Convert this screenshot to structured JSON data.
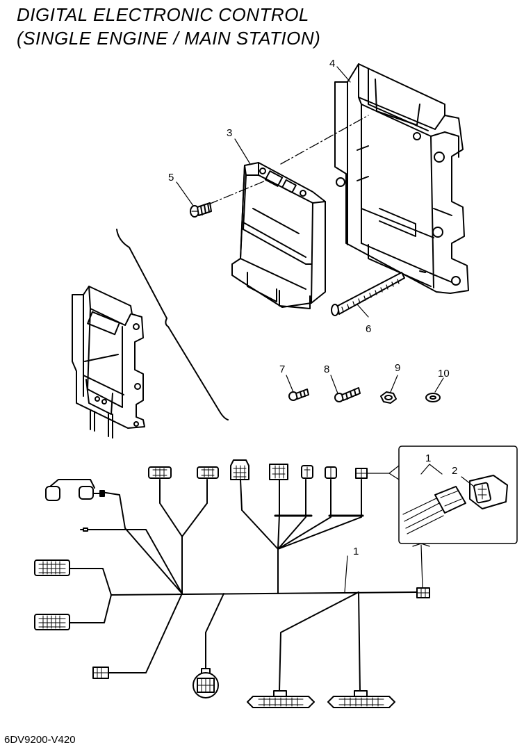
{
  "title_line1": "DIGITAL ELECTRONIC CONTROL",
  "title_line2": "(SINGLE ENGINE / MAIN STATION)",
  "callouts": {
    "c1": "1",
    "c1b": "1",
    "c2": "2",
    "c3": "3",
    "c4": "4",
    "c5": "5",
    "c6": "6",
    "c7": "7",
    "c8": "8",
    "c9": "9",
    "c10": "10"
  },
  "diagram_code": "6DV9200-V420"
}
